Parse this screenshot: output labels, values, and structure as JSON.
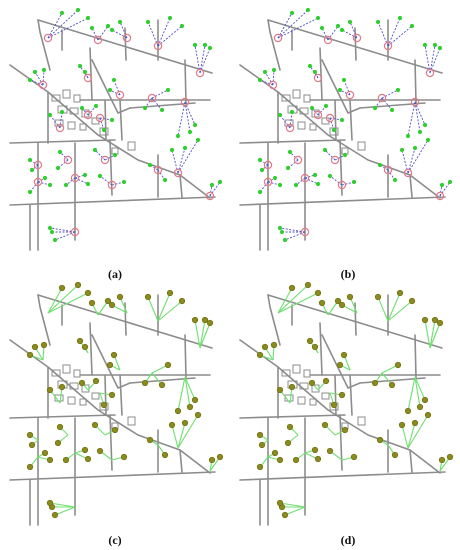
{
  "colors": {
    "road": "#8c8c8c",
    "pipe_pink": "#e07a8a",
    "connector_blue": "#4d4dc8",
    "point_green": "#2fcf2f",
    "link_green": "#6ee06e",
    "point_olive": "#8a8a1e"
  },
  "panels": [
    {
      "id": "a",
      "caption": "(a)",
      "style": "lp"
    },
    {
      "id": "b",
      "caption": "(b)",
      "style": "lp"
    },
    {
      "id": "c",
      "caption": "(c)",
      "style": "cl"
    },
    {
      "id": "d",
      "caption": "(d)",
      "style": "cl"
    }
  ]
}
